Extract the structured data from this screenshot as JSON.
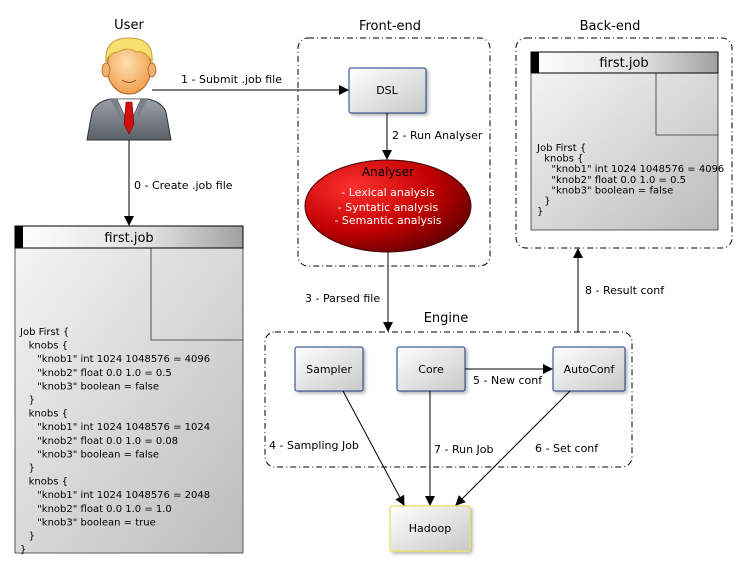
{
  "sections": {
    "user": "User",
    "frontend": "Front-end",
    "backend": "Back-end",
    "engine": "Engine"
  },
  "boxes": {
    "dsl": "DSL",
    "sampler": "Sampler",
    "core": "Core",
    "autoconf": "AutoConf",
    "hadoop": "Hadoop"
  },
  "analyser": {
    "title": "Analyser",
    "items": [
      "- Lexical analysis",
      "- Syntatic analysis",
      "- Semantic analysis"
    ]
  },
  "arrows": {
    "a0": "0 - Create .job file",
    "a1": "1 - Submit .job file",
    "a2": "2 - Run Analyser",
    "a3": "3 - Parsed file",
    "a4": "4 - Sampling Job",
    "a5": "5 - New conf",
    "a6": "6 - Set conf",
    "a7": "7 - Run Job",
    "a8": "8 - Result conf"
  },
  "job_left": {
    "title": "first.job",
    "lines": [
      "Job First {",
      "  knobs {",
      "    \"knob1\" int 1024 1048576 = 4096",
      "    \"knob2\" float 0.0 1.0 = 0.5",
      "    \"knob3\" boolean = false",
      "  }",
      "  knobs {",
      "    \"knob1\" int 1024 1048576 = 1024",
      "    \"knob2\" float 0.0 1.0 = 0.08",
      "    \"knob3\" boolean = false",
      "  }",
      "  knobs {",
      "    \"knob1\" int 1024 1048576 = 2048",
      "    \"knob2\" float 0.0 1.0 = 1.0",
      "    \"knob3\" boolean = true",
      "  }",
      "}"
    ]
  },
  "job_right": {
    "title": "first.job",
    "lines": [
      "Job First {",
      "  knobs {",
      "    \"knob1\" int 1024 1048576 = 4096",
      "    \"knob2\" float 0.0 1.0 = 0.5",
      "    \"knob3\" boolean = false",
      "  }",
      "}"
    ]
  },
  "colors": {
    "box_border": "#1a3a8a",
    "hadoop_border": "#e8e05a",
    "analyser_red": "#c00000"
  }
}
